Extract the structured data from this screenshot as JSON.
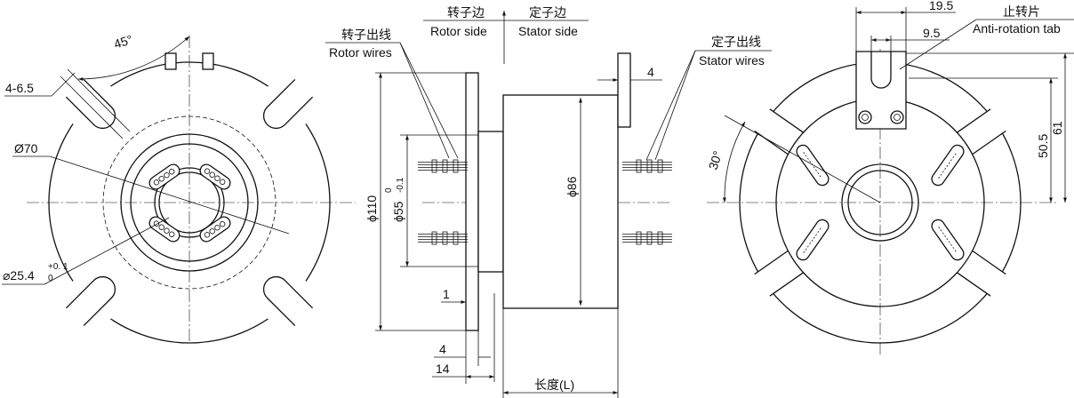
{
  "top_label": {
    "rotor_side_cn": "转子边",
    "rotor_side_en": "Rotor side",
    "stator_side_cn": "定子边",
    "stator_side_en": "Stator  side"
  },
  "left_view": {
    "angle": "45°",
    "holes": "4-6.5",
    "dia_70": "Ø70",
    "dia_bore": "⌀25.4",
    "tol_upper": "+0. 1",
    "tol_lower": "0"
  },
  "side_view": {
    "rotor_wires_cn": "转子出线",
    "rotor_wires_en": "Rotor wires",
    "stator_wires_cn": "定子出线",
    "stator_wires_en": "Stator wires",
    "dim_4_top": "4",
    "dia_110": "ϕ110",
    "dia_55": "ϕ55",
    "tol_55_upper": "0",
    "tol_55_lower": "-0.1",
    "dia_86": "ϕ86",
    "dim_1": "1",
    "dim_4": "4",
    "dim_14": "14",
    "length": "长度(L)"
  },
  "right_view": {
    "dim_19_5": "19.5",
    "dim_9_5": "9.5",
    "tab_cn": "止转片",
    "tab_en": "Anti-rotation tab",
    "angle_30": "30°",
    "dim_50_5": "50.5",
    "dim_61": "61"
  }
}
